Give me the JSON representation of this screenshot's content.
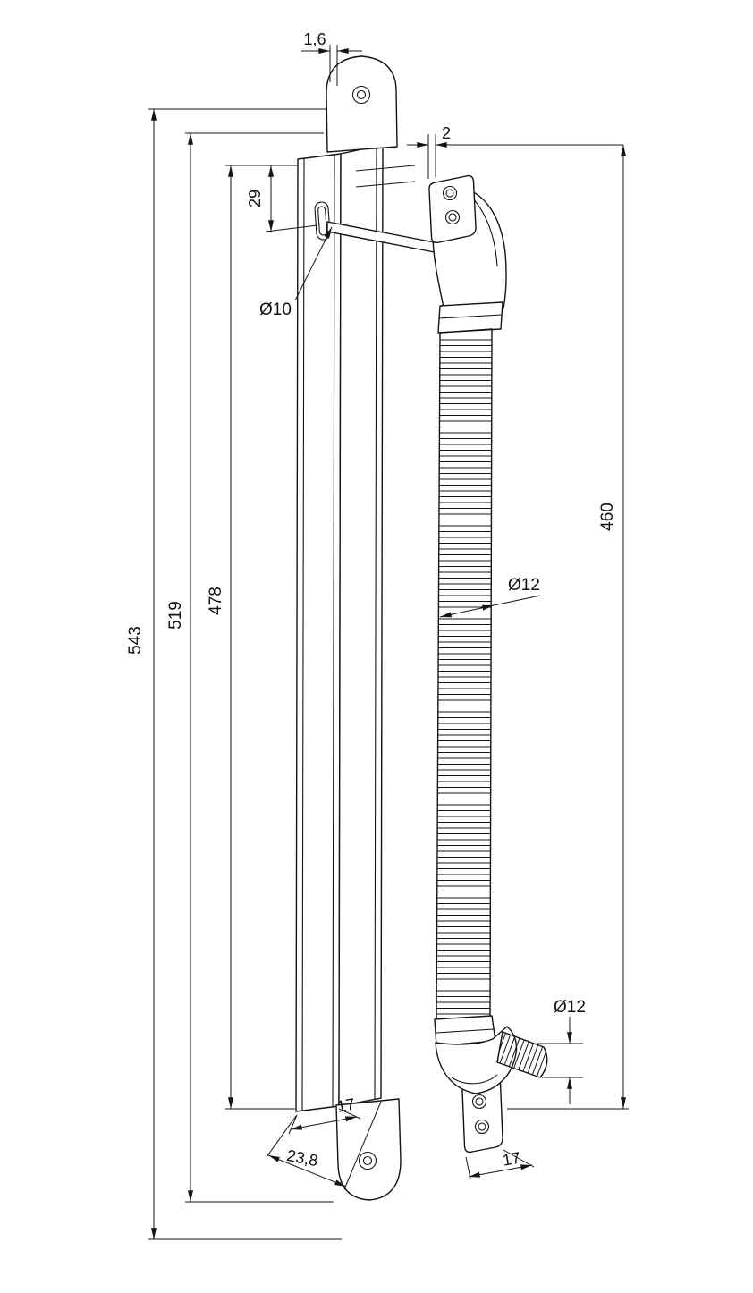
{
  "drawing": {
    "line_color": "#141414",
    "dims": {
      "plate_thickness_left": "1,6",
      "plate_thickness_right": "2",
      "slot_offset": "29",
      "slot_diameter": "Ø10",
      "overall_length": "543",
      "tab_span": "519",
      "channel_length": "478",
      "loop_length": "460",
      "hose_diameter": "Ø12",
      "end_diameter": "Ø12",
      "channel_width": "17",
      "channel_depth": "23,8",
      "plate_width": "17"
    }
  }
}
